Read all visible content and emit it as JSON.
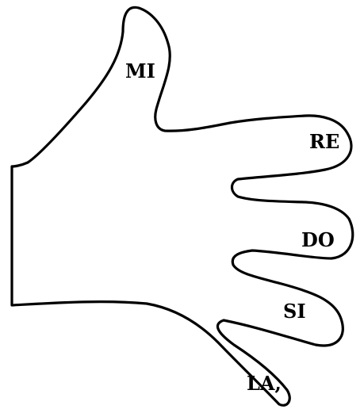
{
  "diagram": {
    "labels": {
      "thumb": "MI",
      "index": "RE",
      "middle": "DO",
      "ring": "SI",
      "pinky": "LA,"
    }
  },
  "colors": {
    "outline": "#000000",
    "background": "#ffffff"
  }
}
